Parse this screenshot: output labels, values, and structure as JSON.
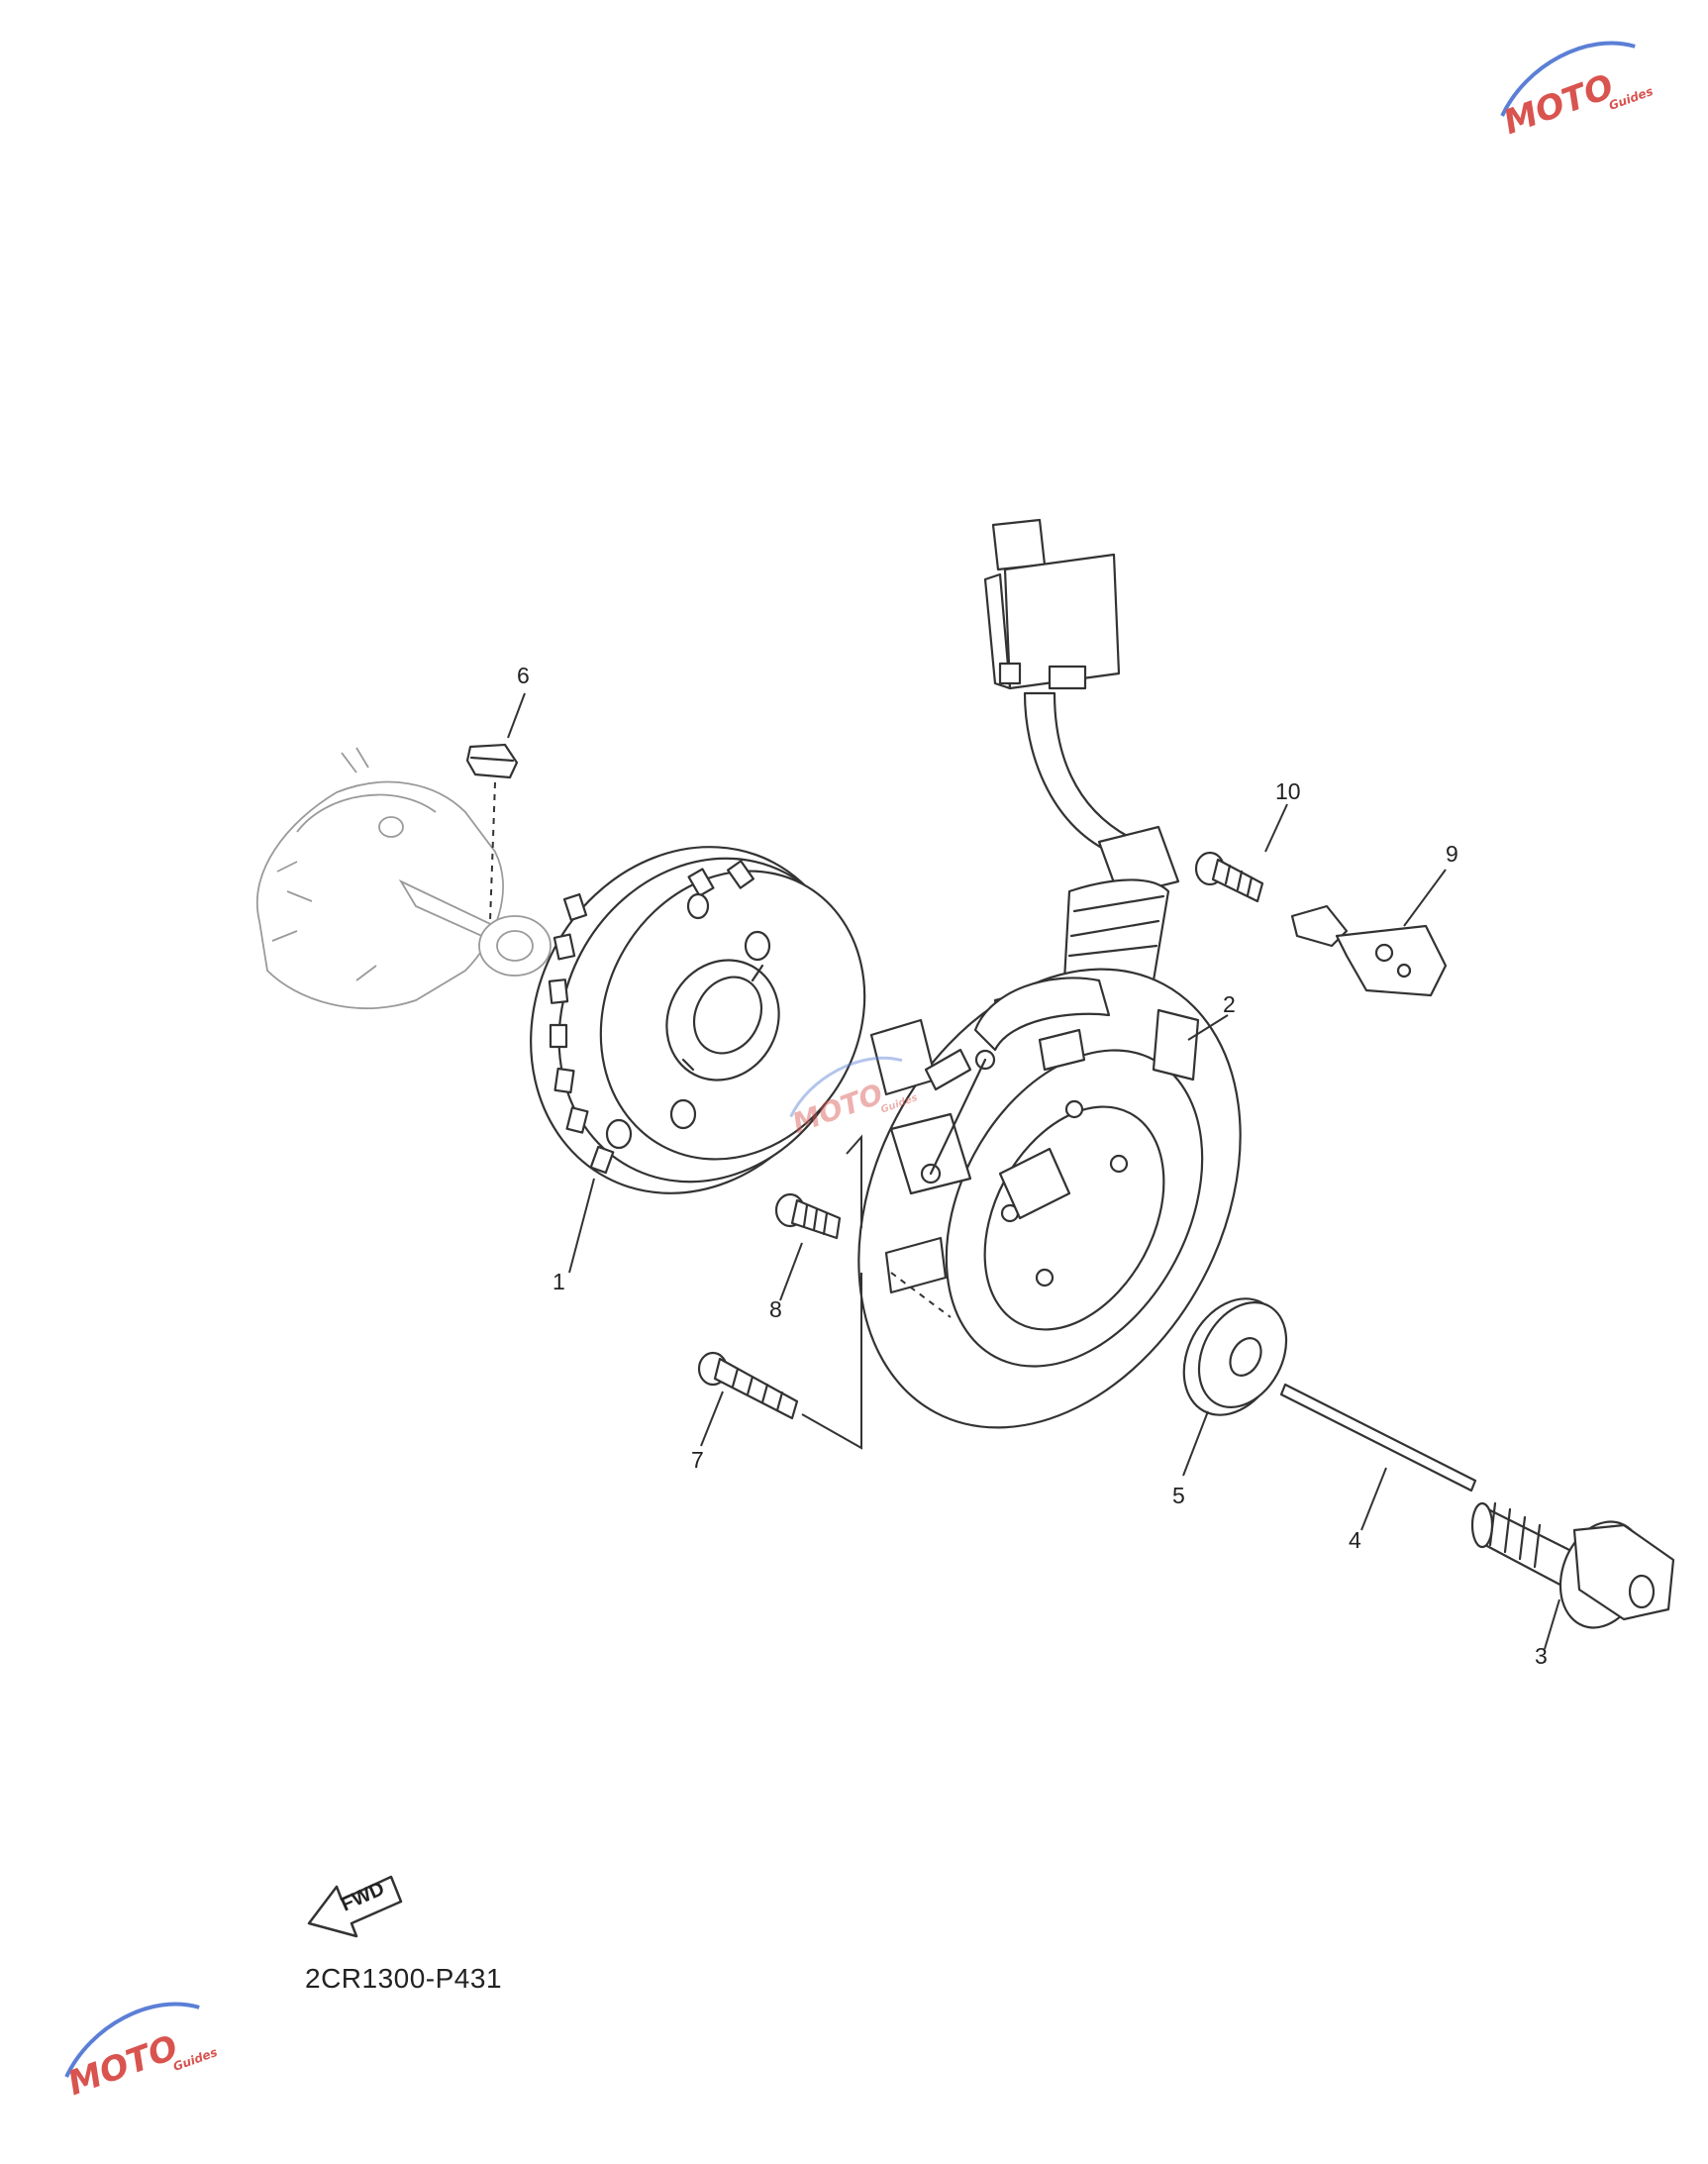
{
  "diagram": {
    "code": "2CR1300-P431",
    "fwd_label": "FWD",
    "callouts": [
      "1",
      "2",
      "3",
      "4",
      "5",
      "6",
      "7",
      "8",
      "9",
      "10"
    ]
  },
  "watermark": {
    "logo_text": "MOTO",
    "logo_subtext": "Guides",
    "colors": {
      "primary": "#d9534f",
      "accent": "#5b7fd6"
    }
  }
}
